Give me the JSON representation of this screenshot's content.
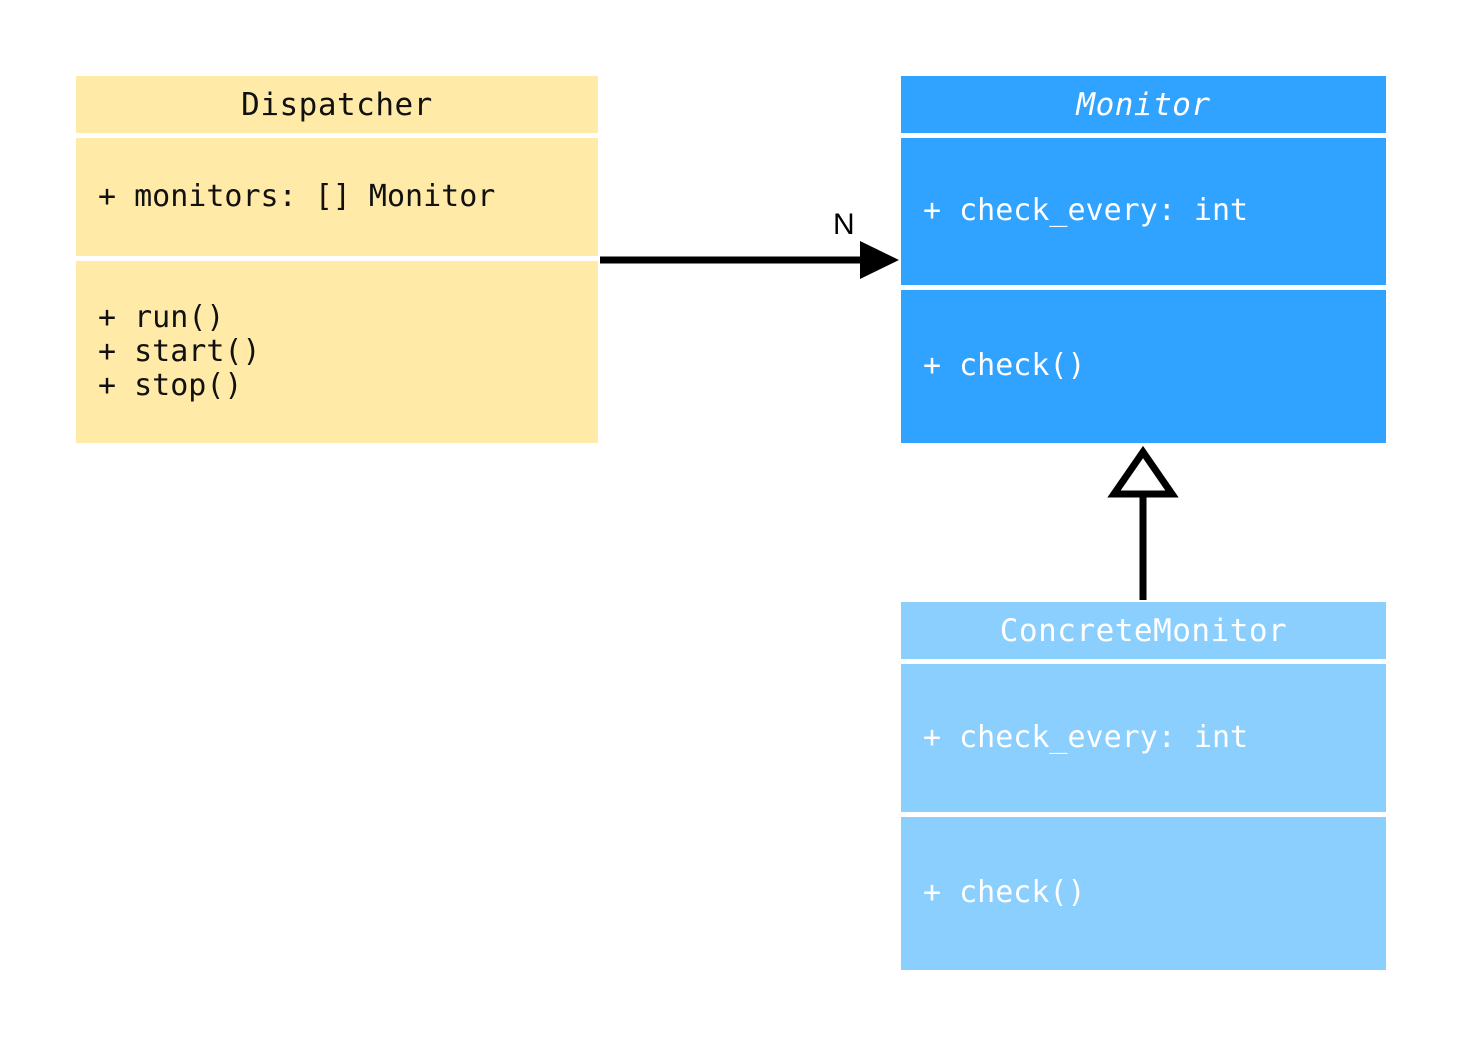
{
  "diagram": {
    "type": "uml-class-diagram",
    "background": "#ffffff",
    "classes": [
      {
        "id": "dispatcher",
        "name": "Dispatcher",
        "abstract": false,
        "fill": "#ffeaa7",
        "text_color": "#111111",
        "attributes": [
          "+ monitors: [] Monitor"
        ],
        "methods": [
          "+ run()",
          "+ start()",
          "+ stop()"
        ]
      },
      {
        "id": "monitor",
        "name": "Monitor",
        "abstract": true,
        "fill": "#30a2ff",
        "text_color": "#ffffff",
        "attributes": [
          "+ check_every: int"
        ],
        "methods": [
          "+ check()"
        ]
      },
      {
        "id": "concrete_monitor",
        "name": "ConcreteMonitor",
        "abstract": false,
        "fill": "#8acffd",
        "text_color": "#ffffff",
        "attributes": [
          "+ check_every: int"
        ],
        "methods": [
          "+ check()"
        ]
      }
    ],
    "relationships": [
      {
        "id": "dispatcher-to-monitor",
        "kind": "association",
        "arrowhead": "filled-triangle",
        "from": "Dispatcher",
        "to": "Monitor",
        "label": "N",
        "stroke": "#000000"
      },
      {
        "id": "concrete-to-monitor",
        "kind": "generalization",
        "arrowhead": "hollow-triangle",
        "from": "ConcreteMonitor",
        "to": "Monitor",
        "label": "",
        "stroke": "#000000"
      }
    ]
  }
}
